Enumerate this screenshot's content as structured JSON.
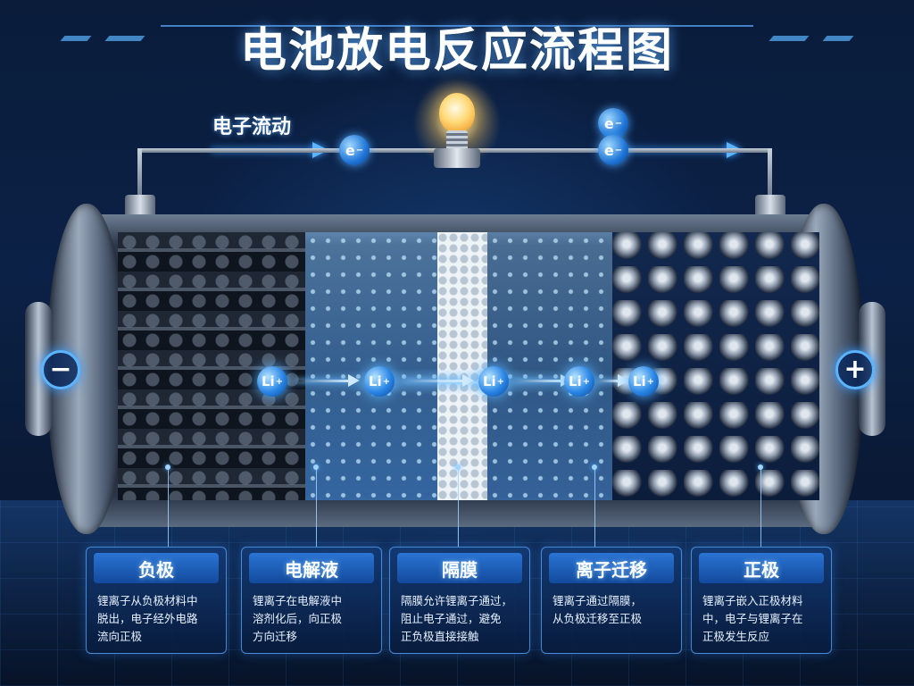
{
  "title": "电池放电反应流程图",
  "electron_flow": {
    "label": "电子流动",
    "electron_symbol": "e",
    "electron_charge": "−"
  },
  "ion": {
    "symbol": "Li",
    "charge": "+"
  },
  "terminals": {
    "negative": "−",
    "positive": "+"
  },
  "colors": {
    "accent": "#4aa8ff",
    "background": "#0a1c3a",
    "bulb": "#ffd978"
  },
  "cards": [
    {
      "heading": "负极",
      "lines": [
        "锂离子从负极材料中",
        "脱出，电子经外电路",
        "流向正极"
      ]
    },
    {
      "heading": "电解液",
      "lines": [
        "锂离子在电解液中",
        "溶剂化后，向正极",
        "方向迁移"
      ]
    },
    {
      "heading": "隔膜",
      "lines": [
        "隔膜允许锂离子通过，",
        "阻止电子通过，避免",
        "正负极直接接触"
      ]
    },
    {
      "heading": "离子迁移",
      "lines": [
        "锂离子通过隔膜，",
        "从负极迁移至正极"
      ]
    },
    {
      "heading": "正极",
      "lines": [
        "锂离子嵌入正极材料",
        "中，电子与锂离子在",
        "正极发生反应"
      ]
    }
  ]
}
